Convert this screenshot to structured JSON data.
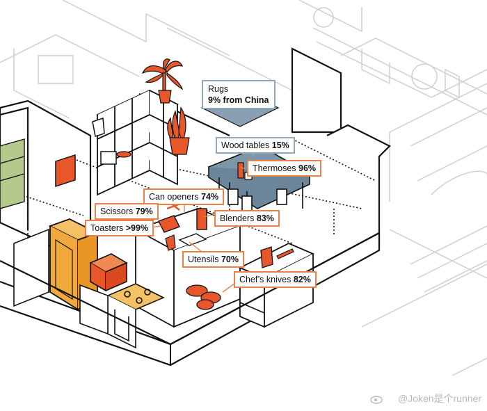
{
  "labels": {
    "rugs": {
      "name": "Rugs",
      "value": "9% from China"
    },
    "wood_tables": {
      "name": "Wood tables",
      "value": "15%"
    },
    "thermoses": {
      "name": "Thermoses",
      "value": "96%"
    },
    "can_openers": {
      "name": "Can openers",
      "value": "74%"
    },
    "scissors": {
      "name": "Scissors",
      "value": "79%"
    },
    "blenders": {
      "name": "Blenders",
      "value": "83%"
    },
    "toasters": {
      "name": "Toasters",
      "value": ">99%"
    },
    "utensils": {
      "name": "Utensils",
      "value": "70%"
    },
    "chefs_knives": {
      "name": "Chef’s knives",
      "value": "82%"
    }
  },
  "watermark": "@Joken是个runner",
  "colors": {
    "highlight": "#e8572a",
    "highlight_border": "#e8824a",
    "gray_border": "#8fa7b8",
    "fridge": "#f2a93b",
    "shelf_green": "#b5c98a",
    "rug_blue": "#8aa0b2",
    "line": "#111111",
    "faint_line": "#c8c8c8"
  }
}
